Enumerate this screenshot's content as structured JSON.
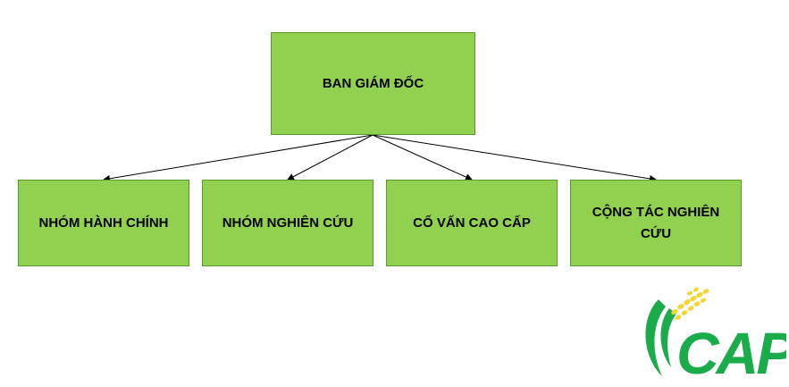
{
  "org_chart": {
    "top": {
      "label": "BAN GIÁM ĐỐC"
    },
    "children": [
      {
        "label": "NHÓM HÀNH CHÍNH"
      },
      {
        "label": "NHÓM NGHIÊN CỨU"
      },
      {
        "label": "CỐ VẤN CAO CẤP"
      },
      {
        "label": "CỘNG TÁC NGHIÊN CỨU"
      }
    ]
  },
  "logo": {
    "text": "CAP",
    "color": "#1aab4b",
    "grain_color": "#f2d634"
  },
  "colors": {
    "box_fill": "#92d050",
    "box_border": "#5a9a2e",
    "connector": "#000000"
  }
}
